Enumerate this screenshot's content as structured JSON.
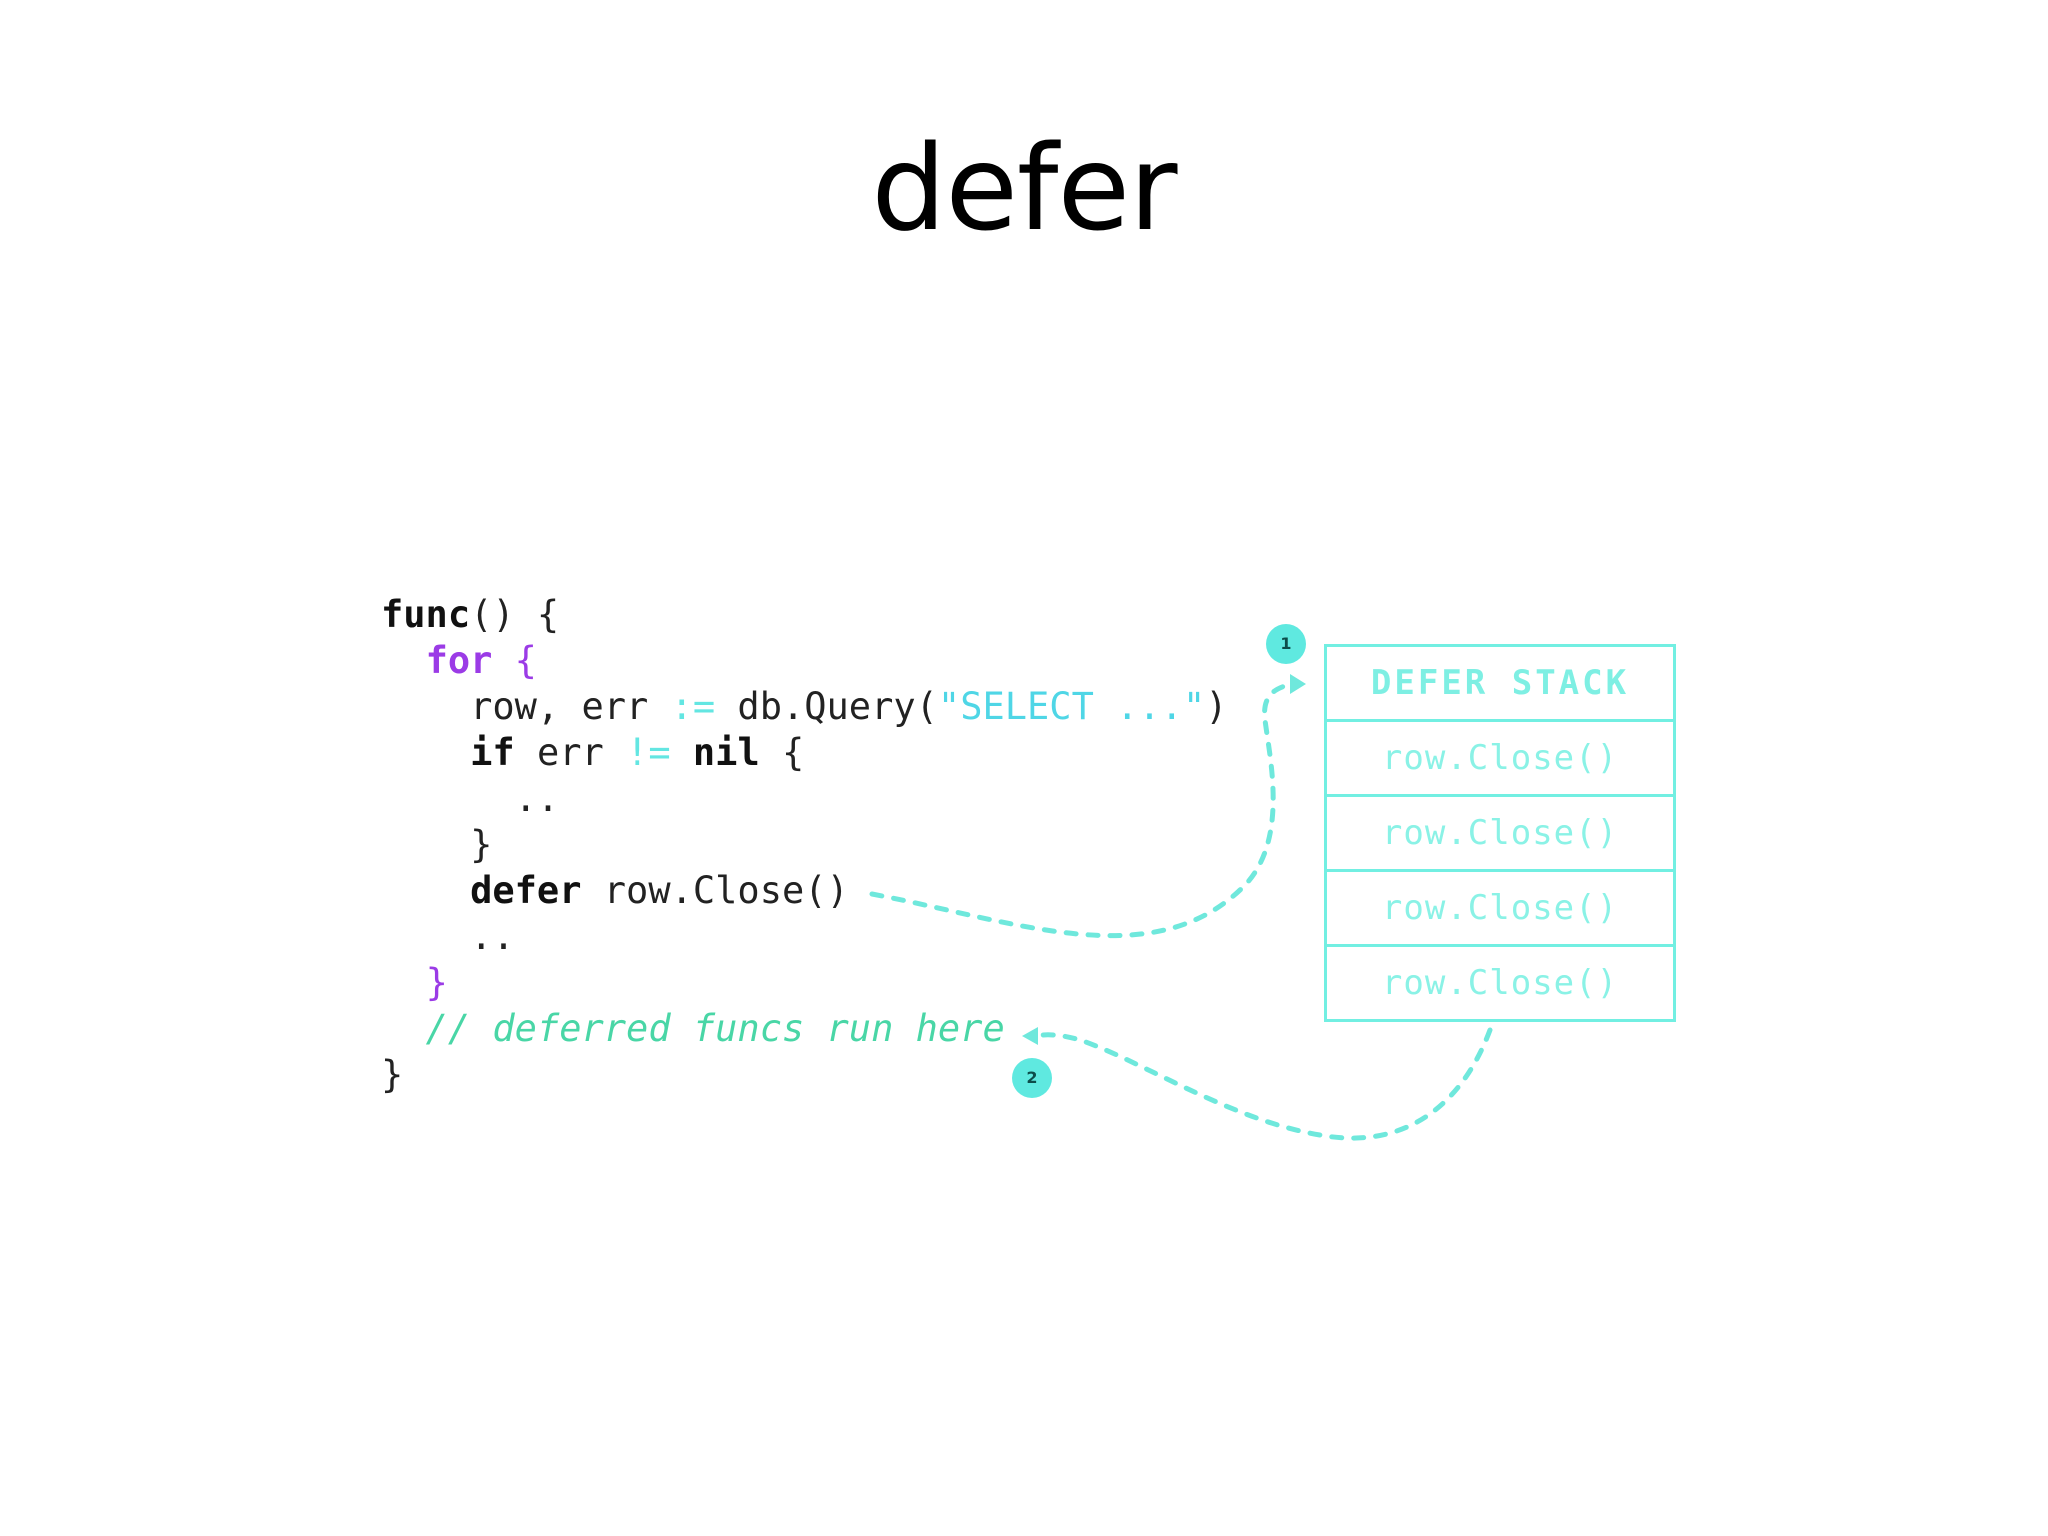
{
  "slide": {
    "title": "defer"
  },
  "code": {
    "l1_kw": "func",
    "l1_rest": "() {",
    "l2_kw": "for",
    "l2_brace": "{",
    "l3_a": "row, err ",
    "l3_op": ":=",
    "l3_b": " db.Query(",
    "l3_str": "\"SELECT ...\"",
    "l3_c": ")",
    "l4_kw": "if",
    "l4_a": " err ",
    "l4_op": "!=",
    "l4_sp": " ",
    "l4_nil": "nil",
    "l4_b": " {",
    "l5": "..",
    "l6": "}",
    "l7_kw": "defer",
    "l7_rest": " row.Close()",
    "l8": "..",
    "l9": "}",
    "l10": "// deferred funcs run here",
    "l11": "}"
  },
  "stack": {
    "header": "DEFER STACK",
    "items": [
      "row.Close()",
      "row.Close()",
      "row.Close()",
      "row.Close()"
    ]
  },
  "badges": {
    "first": "1",
    "second": "2"
  },
  "colors": {
    "accent": "#72efe2",
    "keyword_purple": "#9b3be6",
    "comment": "#49d6a6"
  }
}
